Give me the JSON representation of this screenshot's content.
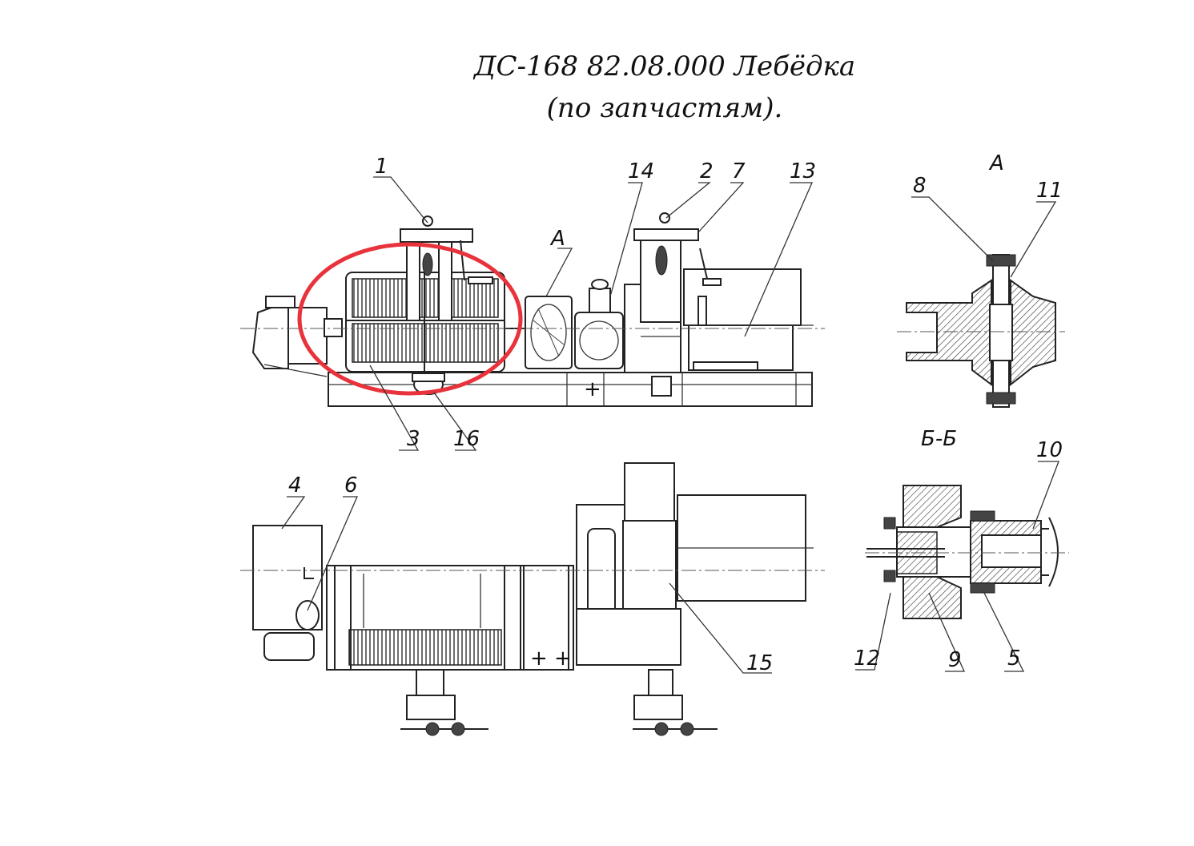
{
  "title": {
    "line1": "ДС-168 82.08.000 Лебёдка",
    "line2": "(по запчастям)."
  },
  "callouts": [
    "1",
    "2",
    "3",
    "4",
    "5",
    "6",
    "7",
    "8",
    "9",
    "10",
    "11",
    "12",
    "13",
    "14",
    "15",
    "16"
  ],
  "views": {
    "detail_a": "А",
    "section_b": "Б-Б",
    "detail_a_marker": "А"
  },
  "highlight": {
    "color": "#e8333c"
  }
}
